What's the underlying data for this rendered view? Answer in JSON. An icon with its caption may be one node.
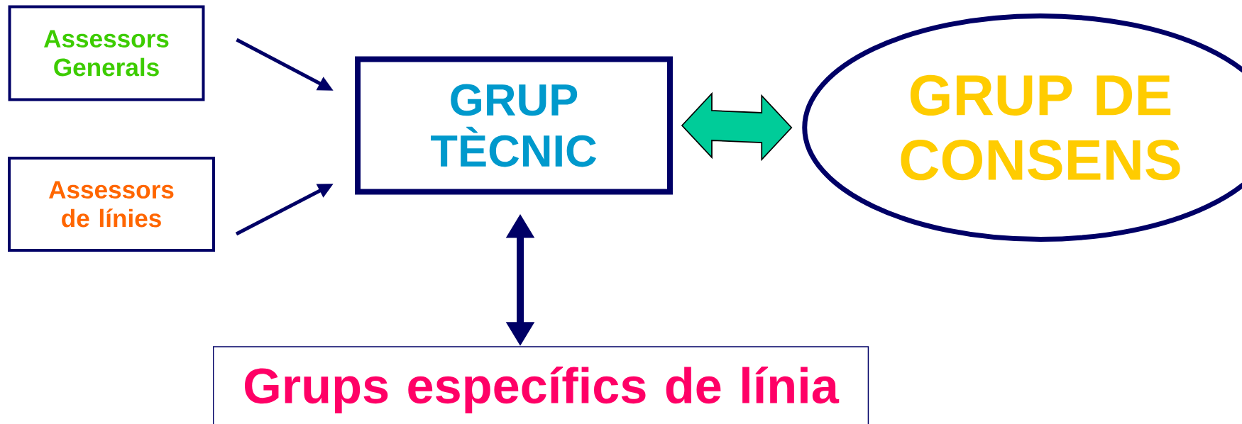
{
  "diagram": {
    "nodes": [
      {
        "text": [
          "Assessors Generals"
        ]
      },
      {
        "text": [
          "Assessors de línies"
        ]
      },
      {
        "text": [
          "GRUP TÈCNIC"
        ]
      },
      {
        "text": [
          "GRUP DE CONSENS"
        ]
      },
      {
        "text": [
          "Grups específics de línia"
        ]
      }
    ],
    "edges": [
      {
        "from": 0,
        "to": 2,
        "arrow": "to"
      },
      {
        "from": 1,
        "to": 2,
        "arrow": "to"
      },
      {
        "from": 2,
        "to": 3,
        "arrow": "both",
        "style": "thick",
        "color": "#00cc99"
      },
      {
        "from": 2,
        "to": 4,
        "arrow": "both",
        "style": "thick"
      }
    ]
  }
}
